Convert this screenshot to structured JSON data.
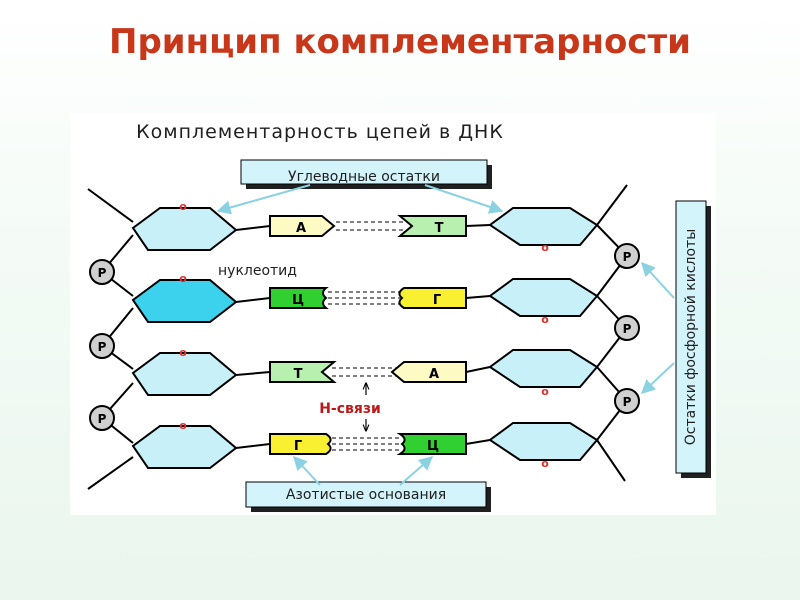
{
  "slide": {
    "title": "Принцип комплементарности"
  },
  "diagram": {
    "heading": "Комплементарность цепей в ДНК",
    "labels": {
      "sugars": "Углеводные остатки",
      "nucleotide": "нуклеотид",
      "h_bonds": "Н-связи",
      "bases": "Азотистые основания",
      "phosphates": "Остатки фосфорной кислоты"
    },
    "phosphate_symbol": "P",
    "sugar_oxygen": "o",
    "pairs": [
      {
        "left": "А",
        "right": "Т",
        "bonds": 2
      },
      {
        "left": "Ц",
        "right": "Г",
        "bonds": 3
      },
      {
        "left": "Т",
        "right": "А",
        "bonds": 2
      },
      {
        "left": "Г",
        "right": "Ц",
        "bonds": 3
      }
    ],
    "colors": {
      "title": "#c8371a",
      "sugar": "#c8f0f8",
      "sugar_highlight": "#3cd2ee",
      "base_A": "#fdfac4",
      "base_T": "#b8f0b0",
      "base_C": "#30d030",
      "base_G": "#f8f030",
      "phosphate": "#d0d0d0",
      "oxygen": "#e03030",
      "h_bonds_label": "#c01818"
    }
  }
}
